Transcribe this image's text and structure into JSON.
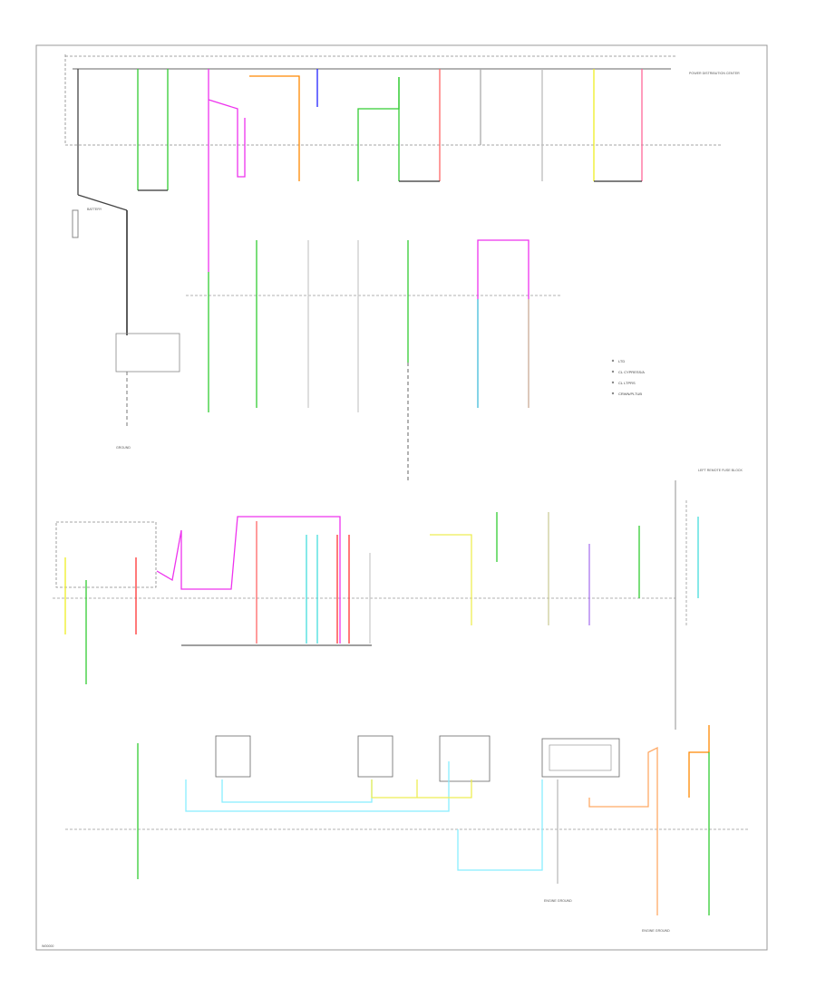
{
  "diagram": {
    "footer_code": "W00000",
    "legend": [
      "LTD",
      "CL CYPRESS/A",
      "CL LTPRS",
      "CRWN/PLTUB"
    ],
    "labels": {
      "battery": "BATTERY",
      "fuse_box_top": "POWER DISTRIBUTION CENTER",
      "ground_left": "GROUND",
      "ground_mid": "ENGINE GROUND",
      "right_block": "LEFT REMOTE FUSE BLOCK",
      "engine_ground": "ENGINE GROUND"
    }
  }
}
